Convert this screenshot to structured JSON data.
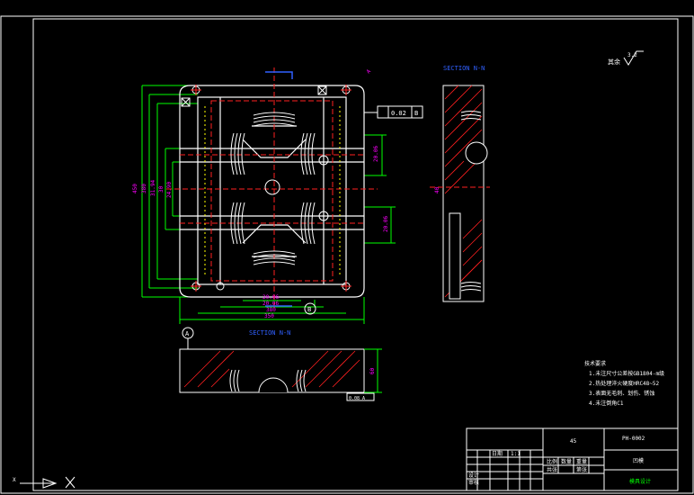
{
  "drawing": {
    "section_label_top": "SECTION N-N",
    "section_label_right": "SECTION N-N",
    "roughness": {
      "prefix": "其余",
      "value": "3.2"
    },
    "flatness": {
      "value": "0.02",
      "datum": "B"
    },
    "datum_a": "A",
    "datum_b": "B",
    "datum_right_a": "A",
    "dims_left": [
      "450",
      "380",
      "31.94",
      "30",
      "24.90"
    ],
    "dims_bottom": [
      "20.06",
      "20.06",
      "380",
      "350"
    ],
    "dims_right": [
      "20.06",
      "20.06"
    ],
    "dim_right_view": "40",
    "dim_section_height": "60",
    "note_ref": "0.08 A"
  },
  "notes": {
    "title": "技术要求",
    "items": [
      "1.未注尺寸公差按GB1804-m级",
      "2.热处理淬火硬度HRC48~52",
      "3.表面无毛刺、划伤、锈蚀",
      "4.未注倒角C1"
    ]
  },
  "title_block": {
    "material": "45",
    "part_name": "凹模",
    "drawing_no": "PH-0002",
    "school": "模具设计",
    "scale": "1:1",
    "cells": [
      "设计",
      "审核",
      "日期",
      "比例",
      "数量",
      "重量",
      "共张",
      "第张"
    ]
  },
  "ucs": {
    "x_label": "X"
  }
}
